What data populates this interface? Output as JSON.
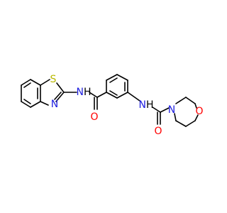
{
  "molecule": {
    "atoms": {
      "sulfur": {
        "symbol": "S",
        "color": "#B8B800"
      },
      "thiazole_n": {
        "symbol": "N",
        "color": "#2020E0"
      },
      "amide_nh_1": {
        "symbol": "NH",
        "color": "#2020E0",
        "h_color": "#000000"
      },
      "amide_o_1": {
        "symbol": "O",
        "color": "#FF0000"
      },
      "amide_nh_2": {
        "symbol": "NH",
        "color": "#2020E0",
        "h_color": "#000000"
      },
      "urea_o": {
        "symbol": "O",
        "color": "#FF0000"
      },
      "morpholine_n": {
        "symbol": "N",
        "color": "#2020E0"
      },
      "morpholine_o": {
        "symbol": "O",
        "color": "#FF0000"
      }
    }
  }
}
